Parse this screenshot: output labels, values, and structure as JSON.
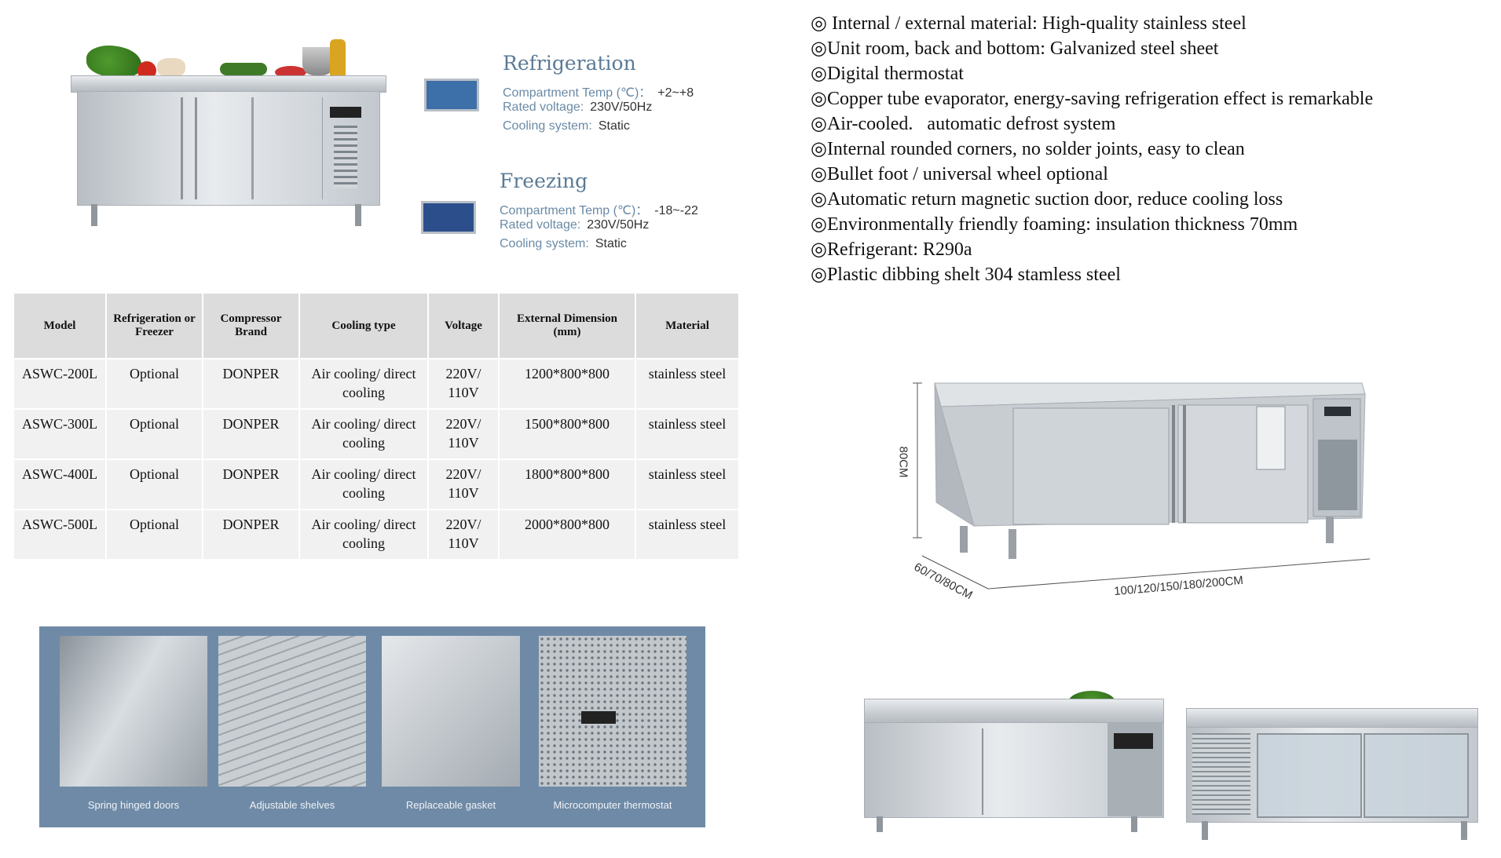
{
  "refrigeration": {
    "title": "Refrigeration",
    "temp_label": "Compartment Temp (℃)：",
    "temp_value": "+2~+8",
    "voltage_label": "Rated voltage:",
    "voltage_value": "230V/50Hz",
    "cooling_label": "Cooling system:",
    "cooling_value": "Static"
  },
  "freezing": {
    "title": "Freezing",
    "temp_label": "Compartment Temp (℃)：",
    "temp_value": "-18~-22",
    "voltage_label": "Rated voltage:",
    "voltage_value": "230V/50Hz",
    "cooling_label": "Cooling system:",
    "cooling_value": "Static"
  },
  "table": {
    "headers": [
      "Model",
      "Refrigeration or Freezer",
      "Compressor Brand",
      "Cooling type",
      "Voltage",
      "External Dimension (mm)",
      "Material"
    ],
    "rows": [
      [
        "ASWC-200L",
        "Optional",
        "DONPER",
        "Air cooling/ direct cooling",
        "220V/ 110V",
        "1200*800*800",
        "stainless steel"
      ],
      [
        "ASWC-300L",
        "Optional",
        "DONPER",
        "Air cooling/ direct cooling",
        "220V/ 110V",
        "1500*800*800",
        "stainless steel"
      ],
      [
        "ASWC-400L",
        "Optional",
        "DONPER",
        "Air cooling/ direct cooling",
        "220V/ 110V",
        "1800*800*800",
        "stainless steel"
      ],
      [
        "ASWC-500L",
        "Optional",
        "DONPER",
        "Air cooling/ direct cooling",
        "220V/ 110V",
        "2000*800*800",
        "stainless steel"
      ]
    ]
  },
  "features": [
    "◎ Internal / external material: High-quality stainless steel",
    "◎Unit room, back and bottom: Galvanized steel sheet",
    "◎Digital thermostat",
    "◎Copper tube evaporator, energy-saving refrigeration effect is remarkable",
    "◎Air-cooled.   automatic defrost system",
    "◎Internal rounded corners, no solder joints, easy to clean",
    "◎Bullet foot / universal wheel optional",
    "◎Automatic return magnetic suction door, reduce cooling loss",
    "◎Environmentally friendly foaming: insulation thickness 70mm",
    "◎Refrigerant: R290a",
    "◎Plastic dibbing shelt 304 stamless steel"
  ],
  "dimensions": {
    "height": "80CM",
    "depth": "60/70/80CM",
    "width": "100/120/150/180/200CM"
  },
  "detail_captions": [
    "Spring hinged doors",
    "Adjustable shelves",
    "Replaceable gasket",
    "Microcomputer thermostat"
  ],
  "colors": {
    "strip_bg": "#6f8aa6",
    "panel_blue": "#3d6fa8",
    "spec_title": "#5a7a96"
  }
}
